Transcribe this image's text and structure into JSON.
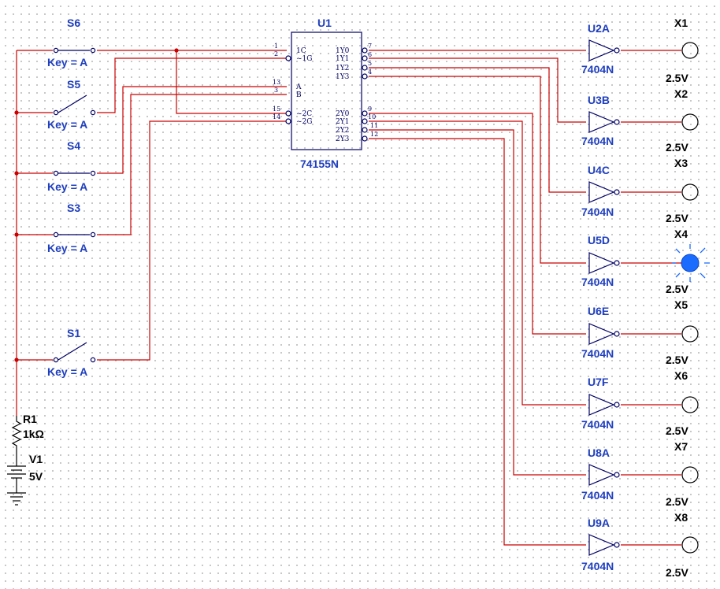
{
  "power": {
    "resistor_ref": "R1",
    "resistor_value": "1kΩ",
    "source_ref": "V1",
    "source_value": "5V"
  },
  "switches": [
    {
      "ref": "S6",
      "key": "Key = A"
    },
    {
      "ref": "S5",
      "key": "Key = A"
    },
    {
      "ref": "S4",
      "key": "Key = A"
    },
    {
      "ref": "S3",
      "key": "Key = A"
    },
    {
      "ref": "S1",
      "key": "Key = A"
    }
  ],
  "decoder": {
    "ref": "U1",
    "part": "74155N",
    "left_pins": [
      {
        "num": "1",
        "name": "1C"
      },
      {
        "num": "2",
        "name": "~1G"
      },
      {
        "num": "13",
        "name": "A"
      },
      {
        "num": "3",
        "name": "B"
      },
      {
        "num": "15",
        "name": "~2C"
      },
      {
        "num": "14",
        "name": "~2G"
      }
    ],
    "right_pins": [
      {
        "num": "7",
        "name": "1Y0"
      },
      {
        "num": "6",
        "name": "1Y1"
      },
      {
        "num": "5",
        "name": "1Y2"
      },
      {
        "num": "4",
        "name": "1Y3"
      },
      {
        "num": "9",
        "name": "2Y0"
      },
      {
        "num": "10",
        "name": "2Y1"
      },
      {
        "num": "11",
        "name": "2Y2"
      },
      {
        "num": "12",
        "name": "2Y3"
      }
    ]
  },
  "inverters": [
    {
      "ref": "U2A",
      "part": "7404N"
    },
    {
      "ref": "U3B",
      "part": "7404N"
    },
    {
      "ref": "U4C",
      "part": "7404N"
    },
    {
      "ref": "U5D",
      "part": "7404N"
    },
    {
      "ref": "U6E",
      "part": "7404N"
    },
    {
      "ref": "U7F",
      "part": "7404N"
    },
    {
      "ref": "U8A",
      "part": "7404N"
    },
    {
      "ref": "U9A",
      "part": "7404N"
    }
  ],
  "lamps": [
    {
      "ref": "X1",
      "voltage": "2.5V",
      "lit": false
    },
    {
      "ref": "X2",
      "voltage": "2.5V",
      "lit": false
    },
    {
      "ref": "X3",
      "voltage": "2.5V",
      "lit": false
    },
    {
      "ref": "X4",
      "voltage": "2.5V",
      "lit": true
    },
    {
      "ref": "X5",
      "voltage": "2.5V",
      "lit": false
    },
    {
      "ref": "X6",
      "voltage": "2.5V",
      "lit": false
    },
    {
      "ref": "X7",
      "voltage": "2.5V",
      "lit": false
    },
    {
      "ref": "X8",
      "voltage": "2.5V",
      "lit": false
    }
  ],
  "colors": {
    "wire": "#cc0000",
    "label": "#1f3fbf",
    "component": "#000066",
    "lamp_on": "#1a6cff"
  }
}
